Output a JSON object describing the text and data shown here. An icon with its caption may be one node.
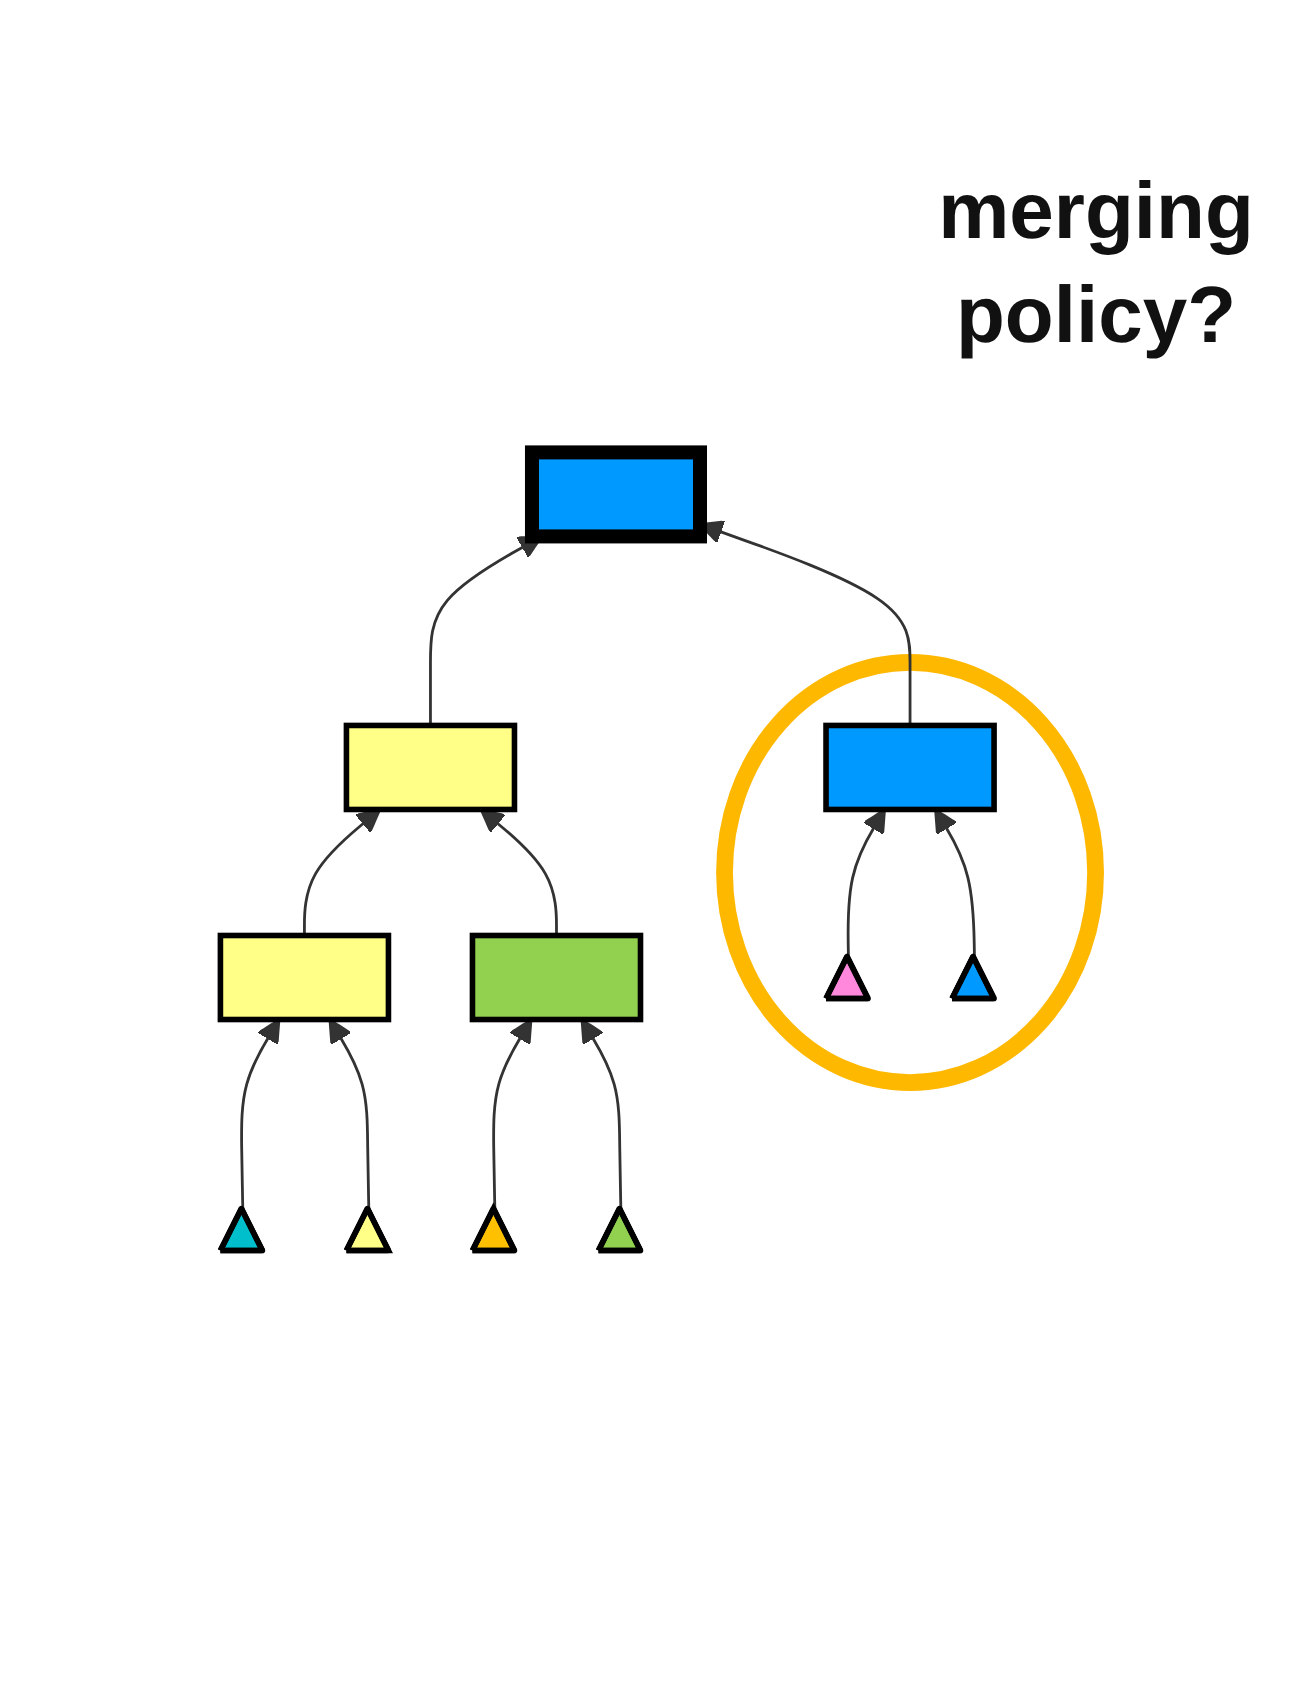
{
  "diagram": {
    "nodes": [
      {
        "text": [],
        "shape": "box"
      },
      {
        "text": [],
        "shape": "box"
      },
      {
        "text": [],
        "shape": "box"
      },
      {
        "text": [],
        "shape": "box"
      },
      {
        "text": [],
        "shape": "circle"
      },
      {
        "text": [],
        "shape": "box",
        "in": 4
      },
      {
        "text": [],
        "shape": "triangle"
      },
      {
        "text": [],
        "shape": "triangle"
      },
      {
        "text": [],
        "shape": "triangle"
      },
      {
        "text": [],
        "shape": "triangle"
      },
      {
        "text": [],
        "shape": "triangle",
        "in": 4
      },
      {
        "text": [],
        "shape": "triangle",
        "in": 4
      }
    ],
    "edges": [
      {
        "from": 1,
        "to": 0,
        "arrow": "to"
      },
      {
        "from": 5,
        "to": 0,
        "arrow": "to"
      },
      {
        "from": 2,
        "to": 1,
        "arrow": "to"
      },
      {
        "from": 3,
        "to": 1,
        "arrow": "to"
      },
      {
        "from": 6,
        "to": 2,
        "arrow": "to"
      },
      {
        "from": 7,
        "to": 2,
        "arrow": "to"
      },
      {
        "from": 8,
        "to": 3,
        "arrow": "to"
      },
      {
        "from": 9,
        "to": 3,
        "arrow": "to"
      },
      {
        "from": 10,
        "to": 5,
        "arrow": "to"
      },
      {
        "from": 11,
        "to": 5,
        "arrow": "to"
      }
    ],
    "labels": [
      "merging policy?"
    ]
  }
}
